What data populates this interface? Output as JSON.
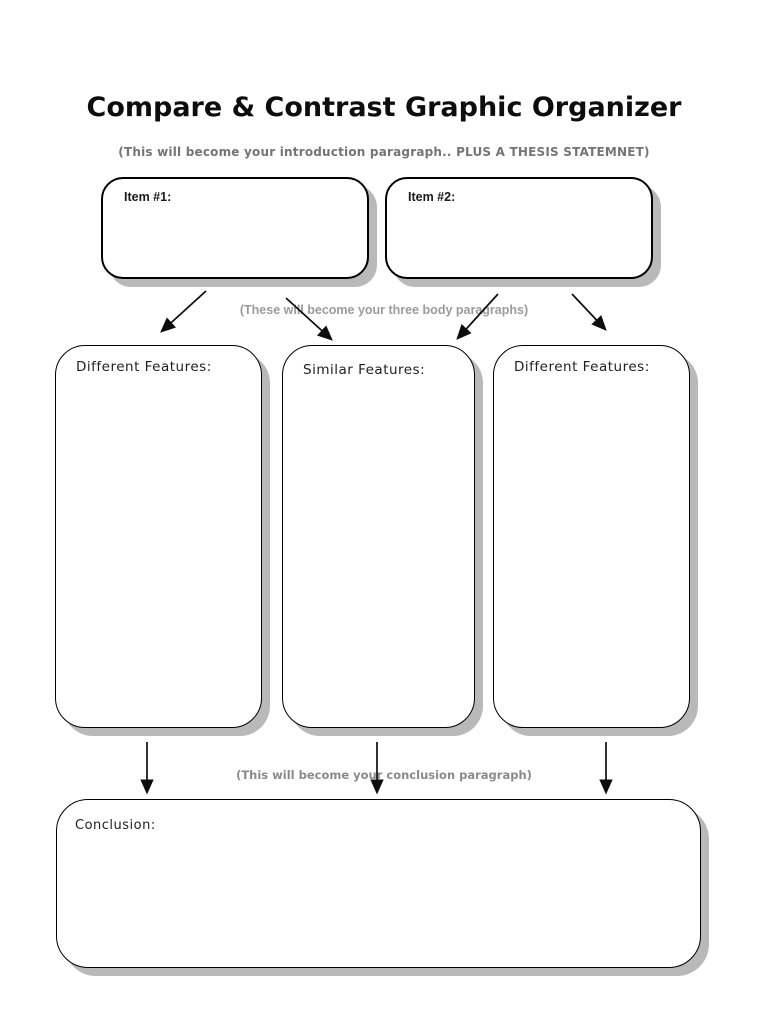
{
  "page": {
    "title": "Compare & Contrast Graphic Organizer",
    "intro_note": "(This will become your introduction paragraph.. PLUS A THESIS STATEMNET)",
    "body_note": "(These will become your three body paragraphs)",
    "conclusion_note": "(This will become your conclusion paragraph)"
  },
  "boxes": {
    "item1": {
      "label": "Item #1:"
    },
    "item2": {
      "label": "Item #2:"
    },
    "different1": {
      "label": "Different Features:"
    },
    "similar": {
      "label": "Similar Features:"
    },
    "different2": {
      "label": "Different Features:"
    },
    "conclusion": {
      "label": "Conclusion:"
    }
  },
  "colors": {
    "background": "#ffffff",
    "border": "#000000",
    "shadow": "#b9b9b9",
    "title_text": "#0d0d0d",
    "intro_note_gray": "#757575",
    "body_note_gray": "#9b9b9b",
    "conclusion_note_gray": "#8a8a8a"
  }
}
